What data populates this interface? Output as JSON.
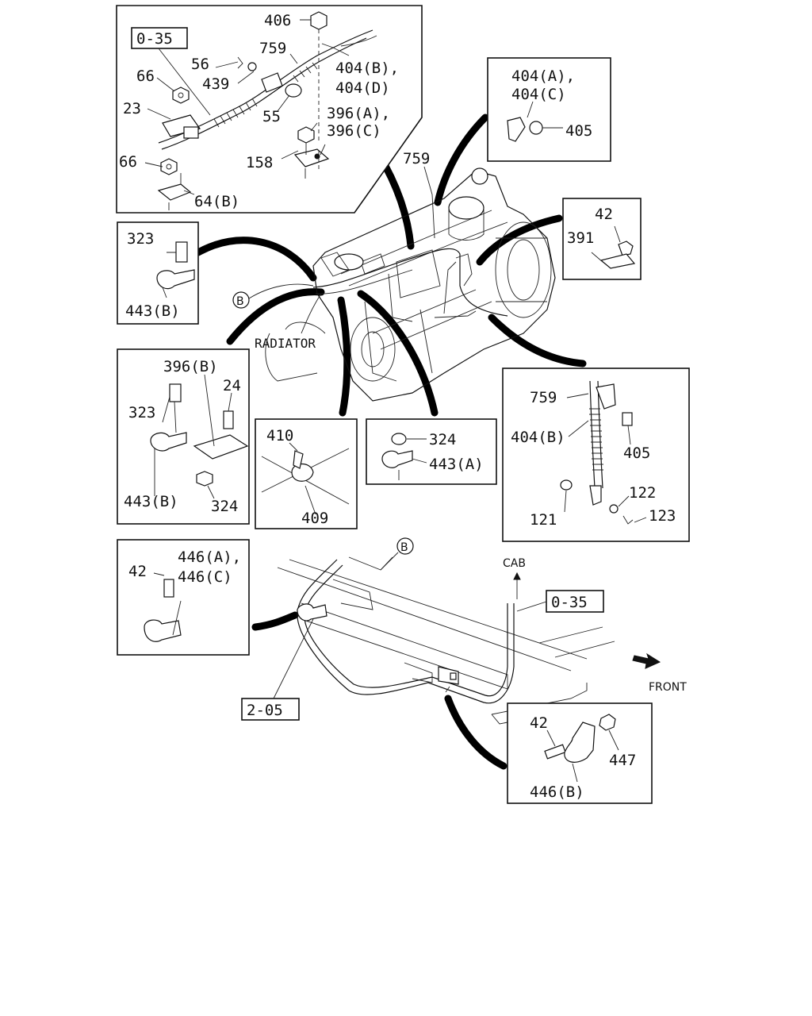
{
  "refs": {
    "ref_035_top": "0-35",
    "ref_035_cab": "0-35",
    "ref_205": "2-05"
  },
  "markers": {
    "b_left": "B",
    "b_bottom": "B"
  },
  "words": {
    "radiator": "RADIATOR",
    "cab": "CAB",
    "front": "FRONT"
  },
  "labels": {
    "p406": "406",
    "p759a": "759",
    "p56": "56",
    "p439": "439",
    "p404bd1": "404(B),",
    "p404bd2": "404(D)",
    "p66a": "66",
    "p23": "23",
    "p55": "55",
    "p396ac1": "396(A),",
    "p396ac2": "396(C)",
    "p158": "158",
    "p66b": "66",
    "p64b": "64(B)",
    "p404ac1": "404(A),",
    "p404ac2": "404(C)",
    "p405a": "405",
    "p759b": "759",
    "p42a": "42",
    "p391": "391",
    "p323a": "323",
    "p443ba": "443(B)",
    "p396b": "396(B)",
    "p24": "24",
    "p323b": "323",
    "p443bb": "443(B)",
    "p324a": "324",
    "p410": "410",
    "p409": "409",
    "p324b": "324",
    "p443a": "443(A)",
    "p759c": "759",
    "p404b": "404(B)",
    "p405b": "405",
    "p122": "122",
    "p121": "121",
    "p123": "123",
    "p446ac1": "446(A),",
    "p446ac2": "446(C)",
    "p42b": "42",
    "p42c": "42",
    "p447": "447",
    "p446b": "446(B)"
  }
}
